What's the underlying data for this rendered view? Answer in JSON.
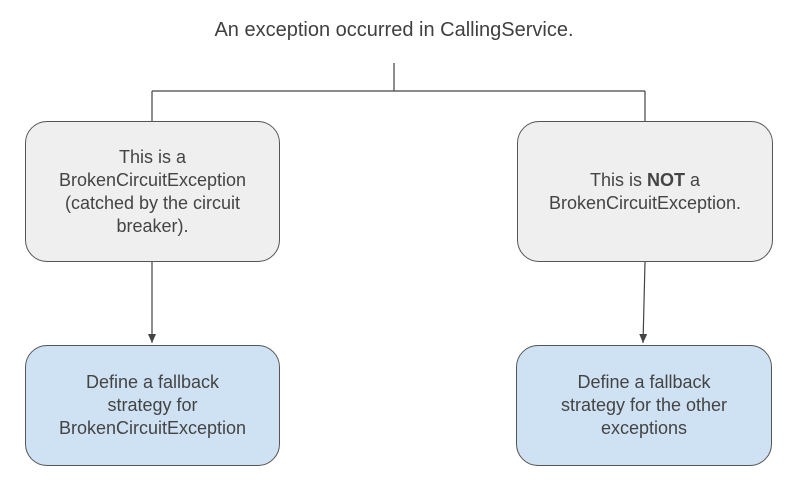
{
  "diagram": {
    "title": "An exception occurred in CallingService.",
    "left_condition": {
      "line1": "This is a",
      "line2": "BrokenCircuitException",
      "line3": "(catched by the circuit",
      "line4": "breaker)."
    },
    "right_condition": {
      "prefix": "This is ",
      "emphasis": "NOT",
      "suffix": " a",
      "line2": "BrokenCircuitException."
    },
    "left_action": {
      "line1": "Define a fallback",
      "line2": "strategy for",
      "line3": "BrokenCircuitException"
    },
    "right_action": {
      "line1": "Define a fallback",
      "line2": "strategy for the other",
      "line3": "exceptions"
    },
    "colors": {
      "condition_fill": "#efefef",
      "action_fill": "#cfe2f3",
      "border": "#555555"
    }
  }
}
